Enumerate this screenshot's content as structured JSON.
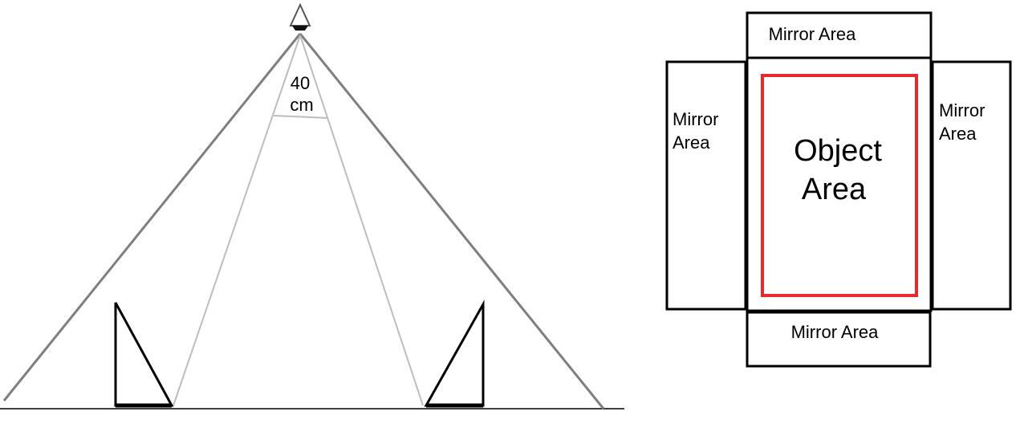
{
  "side_view": {
    "angle_label_value": "40",
    "angle_label_unit": "cm"
  },
  "top_view": {
    "top_mirror_label": "Mirror Area",
    "left_mirror_label_line1": "Mirror",
    "left_mirror_label_line2": "Area",
    "right_mirror_label_line1": "Mirror",
    "right_mirror_label_line2": "Area",
    "bottom_mirror_label": "Mirror Area",
    "object_label_line1": "Object",
    "object_label_line2": "Area"
  },
  "colors": {
    "outer_ray": "#7f7f7f",
    "inner_ray": "#bdbdbd",
    "outline": "#000000",
    "object_area_border": "#e8282b",
    "background": "#ffffff"
  },
  "icons": {
    "camera": "camera-icon"
  }
}
